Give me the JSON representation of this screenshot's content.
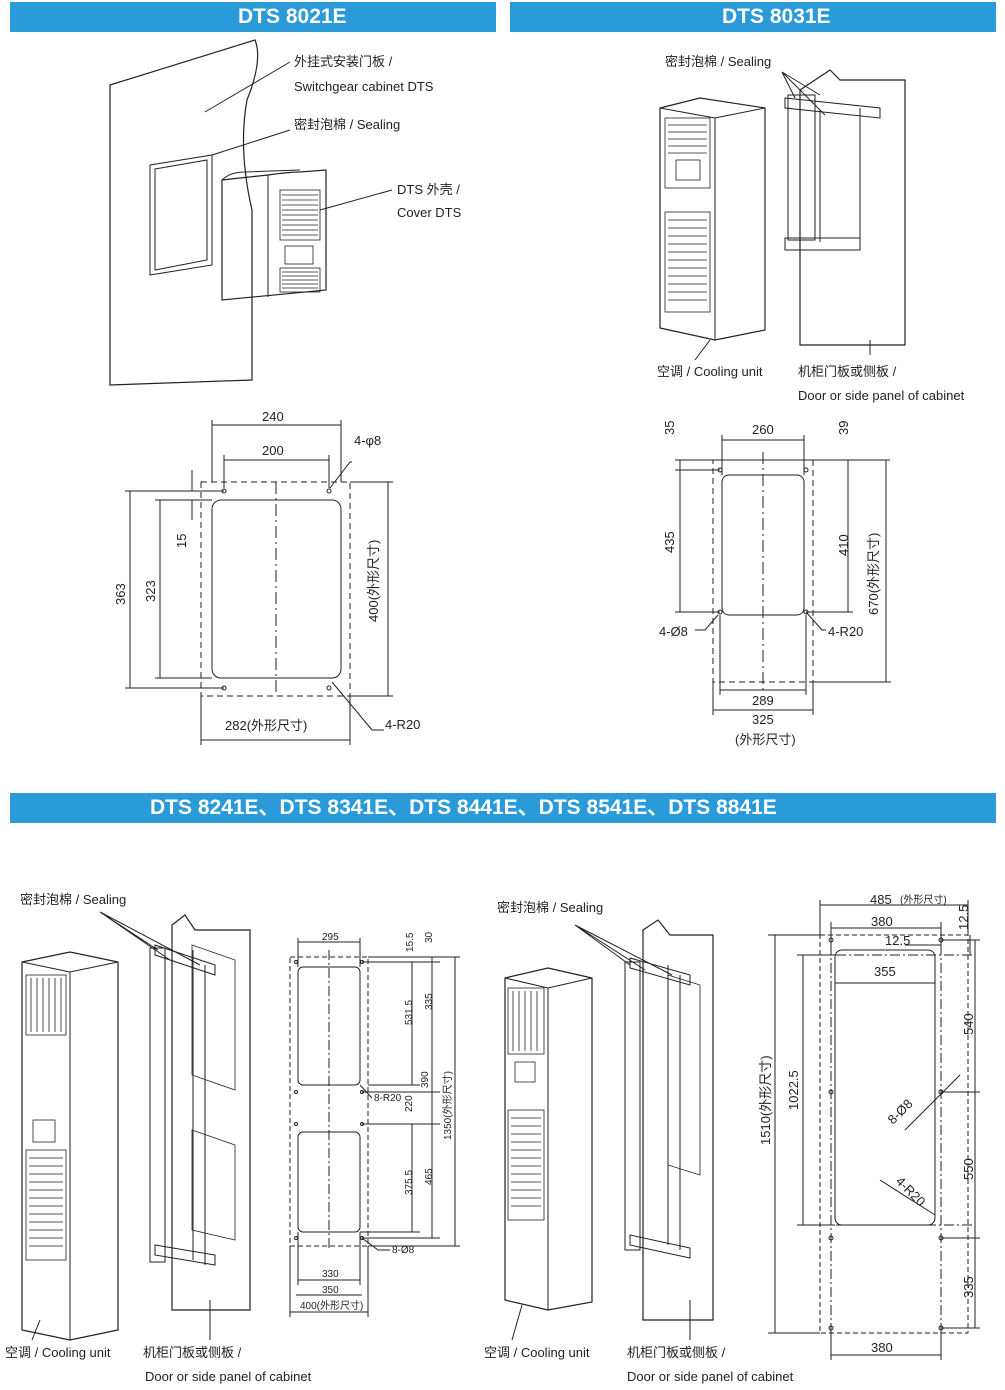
{
  "headers": {
    "top_left": "DTS 8021E",
    "top_right": "DTS 8031E",
    "bottom": "DTS 8241E、DTS 8341E、DTS 8441E、DTS 8541E、DTS 8841E"
  },
  "dts8021": {
    "label_panel_1": "外挂式安装门板 /",
    "label_panel_2": "Switchgear cabinet DTS",
    "label_sealing": "密封泡棉 / Sealing",
    "label_cover_1": "DTS 外壳 /",
    "label_cover_2": "Cover DTS",
    "dims": {
      "w240": "240",
      "w200": "200",
      "hole": "4-φ8",
      "d15": "15",
      "h363": "363",
      "h323": "323",
      "h400": "400(外形尺寸)",
      "w282": "282(外形尺寸)",
      "radius": "4-R20"
    }
  },
  "dts8031": {
    "label_sealing": "密封泡棉 / Sealing",
    "label_cooling": "空调 / Cooling unit",
    "label_door_1": "机柜门板或侧板 /",
    "label_door_2": "Door or side panel of  cabinet",
    "dims": {
      "d35": "35",
      "w260": "260",
      "d39": "39",
      "h435": "435",
      "h410": "410",
      "h670": "670(外形尺寸)",
      "hole": "4-Ø8",
      "radius": "4-R20",
      "w289": "289",
      "w325": "325",
      "outline": "(外形尺寸)"
    }
  },
  "dts8241": {
    "left": {
      "label_sealing": "密封泡棉 / Sealing",
      "label_cooling": "空调 / Cooling unit",
      "label_door_1": "机柜门板或侧板 /",
      "label_door_2": "Door or side panel of  cabinet",
      "dims": {
        "w295": "295",
        "d15_5": "15.5",
        "d30": "30",
        "h531_5": "531.5",
        "h335": "335",
        "radius": "8-R20",
        "h390": "390",
        "h220": "220",
        "h1350": "1350(外形尺寸)",
        "h375_5": "375.5",
        "h465": "465",
        "hole": "8-Ø8",
        "w330": "330",
        "w350": "350",
        "w400": "400(外形尺寸)"
      }
    },
    "right": {
      "label_sealing": "密封泡棉 / Sealing",
      "label_cooling": "空调 / Cooling unit",
      "label_door_1": "机柜门板或侧板 /",
      "label_door_2": "Door or side panel of  cabinet",
      "dims": {
        "w485": "485",
        "w485_note": "(外形尺寸)",
        "w380": "380",
        "d12_5a": "12.5",
        "d12_5b": "12.5",
        "w355": "355",
        "h540": "540",
        "h1510": "1510(外形尺寸)",
        "h1022_5": "1022.5",
        "hole": "8-Ø8",
        "h550": "550",
        "radius": "4-R20",
        "h335": "335",
        "w380b": "380"
      }
    }
  }
}
